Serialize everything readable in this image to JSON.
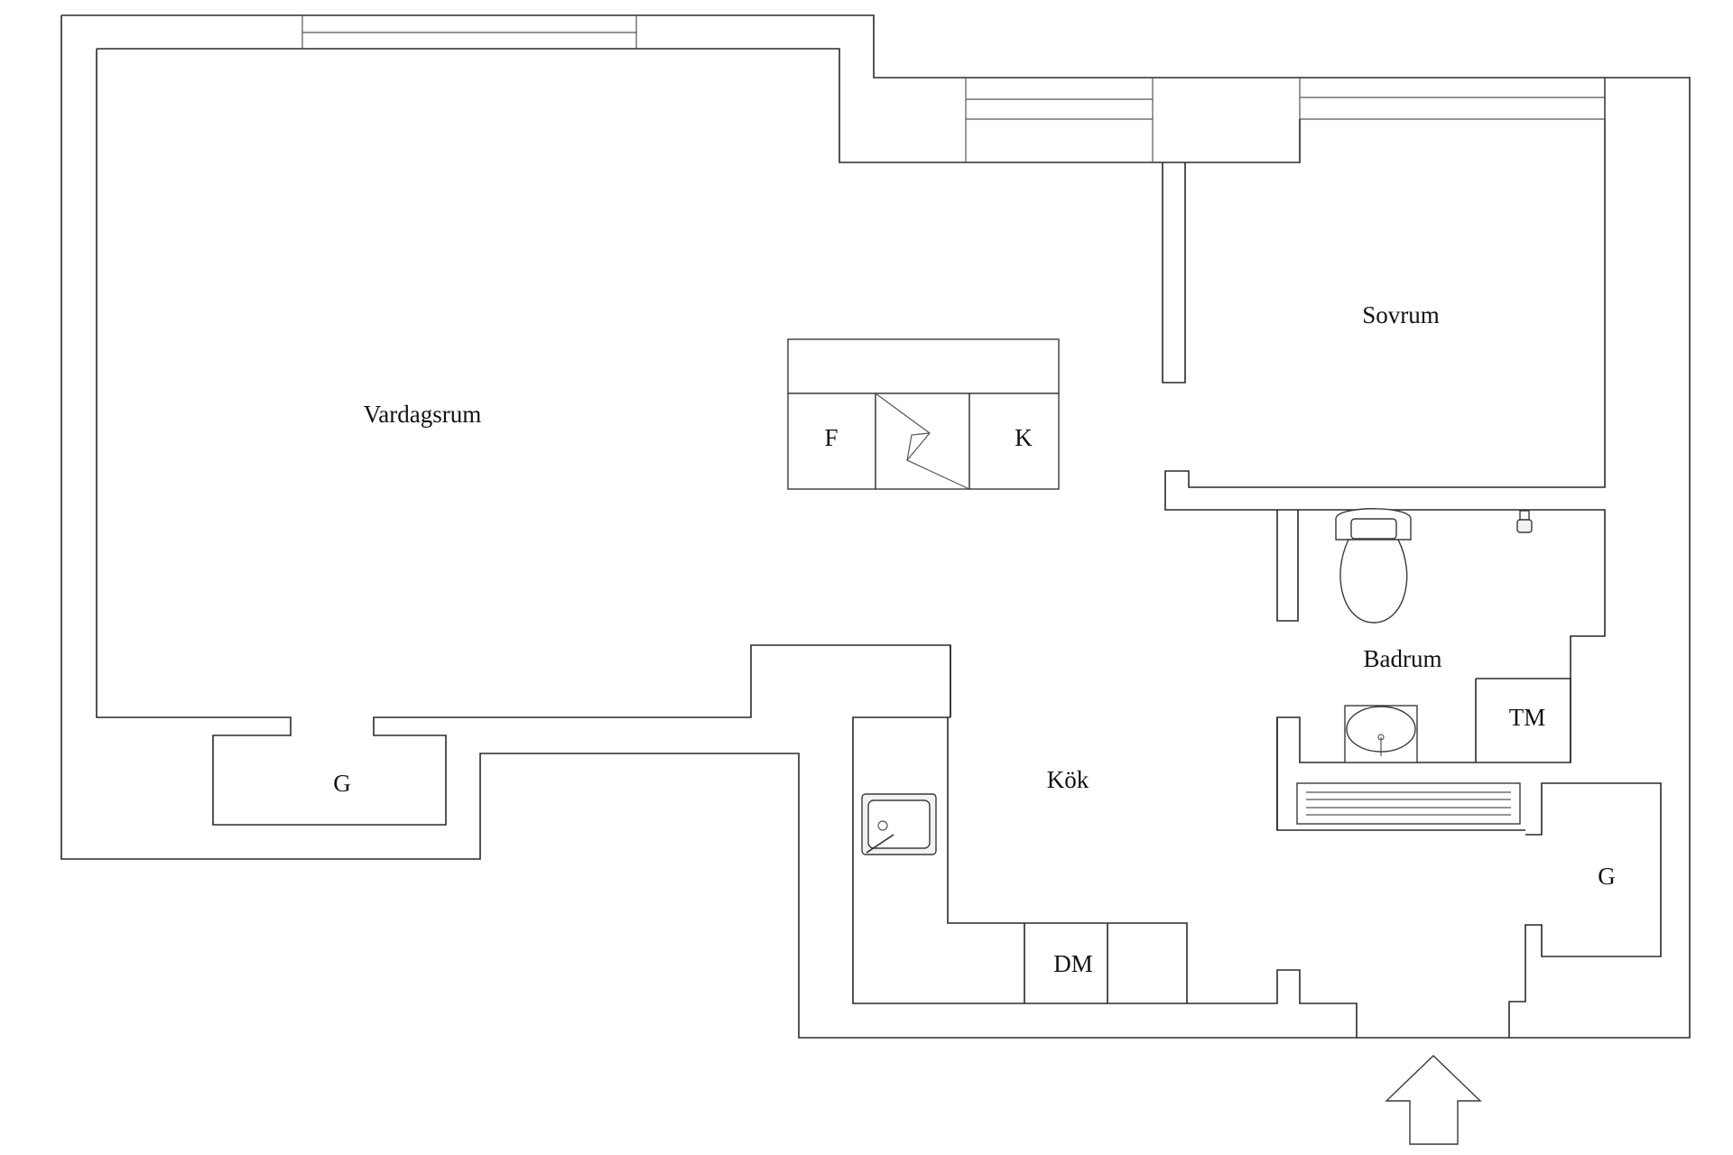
{
  "rooms": {
    "vardagsrum": "Vardagsrum",
    "sovrum": "Sovrum",
    "badrum": "Badrum",
    "kok": "Kök",
    "closet_left": "G",
    "closet_right": "G"
  },
  "fixtures": {
    "fridge": "F",
    "freezer": "K",
    "dishwasher": "DM",
    "washer": "TM"
  },
  "icons": {
    "entrance": "entrance-arrow-icon",
    "sink": "kitchen-sink-icon",
    "toilet": "toilet-icon",
    "basin": "wash-basin-icon",
    "radiator": "radiator-icon",
    "fireplace": "chimney-icon"
  }
}
